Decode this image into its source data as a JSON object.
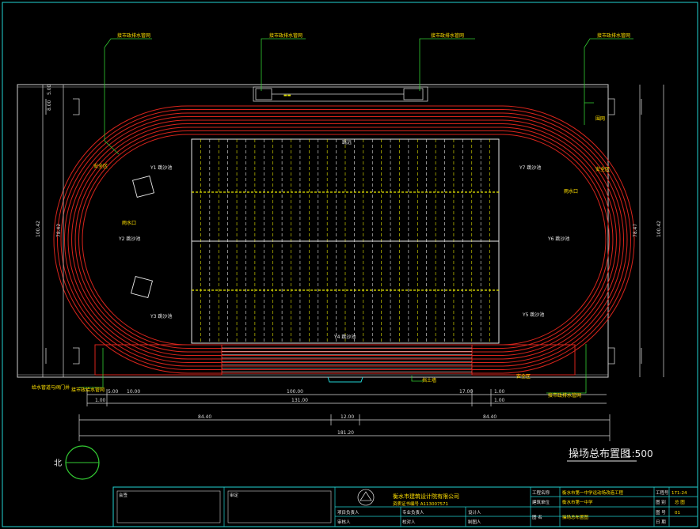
{
  "drawing": {
    "title": "操场总布置图",
    "scale": "1:500",
    "north": "北"
  },
  "callouts": {
    "drain_outlet": "接市政排水管网",
    "drain_outlet_left_bottom": "接市政给水管网",
    "left_mid": "雨水口",
    "right_mid": "雨水口",
    "safety": "安全区",
    "fence": "围网",
    "water_meter": "给水管道与阀门井",
    "sand_pits": [
      "Y1 跳沙池",
      "Y2 跳沙池",
      "Y3 跳沙池",
      "Y4 跳沙池",
      "Y5 跳沙池",
      "Y6 跳沙池",
      "Y7 跳沙池"
    ],
    "long_jump": "跳远",
    "retain": "挡土墙"
  },
  "dimensions": {
    "top_left": "5.00",
    "left_a": "8.00",
    "left_total": "100.42",
    "left_inner": "78.42",
    "right_total": "100.42",
    "right_inner": "78.47",
    "bottom_seg1": "5.00",
    "bottom_seg2": "10.00",
    "bottom_seg3": "100.00",
    "bottom_seg4": "17.00",
    "bottom_seg5": "1.00",
    "bottom_row2": "131.00",
    "bottom_seg6": "1.00",
    "bottom_seg7": "1.00",
    "bottom_left": "84.40",
    "bottom_mid": "12.00",
    "bottom_right": "84.40",
    "bottom_total": "181.20"
  },
  "title_block": {
    "company": "衡水市建筑设计院有限公司",
    "cert": "资质证书编号 A113007571",
    "project_label": "工程名称",
    "project": "衡水市第一中学运动场改造工程",
    "sub_label": "建筑单位",
    "sub": "衡水市第一中学",
    "drawing_label": "图 名",
    "drawing": "操场总布置图",
    "no_label": "工程号",
    "no": "171-24",
    "type_label": "图 别",
    "type": "总 图",
    "sheet_label": "图 号",
    "sheet": "01",
    "date_label": "日 期",
    "left1": "会签",
    "left2": "审定",
    "row1a": "项目负责人",
    "row1b": "专业负责人",
    "row1c": "设计人",
    "row2a": "审核人",
    "row2b": "校对人",
    "row2c": "制图人"
  },
  "colors": {
    "background": "#000000",
    "track": "#d9251c",
    "field_lines": "#e8e8e8",
    "field_yellow": "#e6e600",
    "frame": "#22d3d3",
    "dim": "#d9d9d9",
    "callout": "#ffe000",
    "leader": "#33cc33"
  }
}
